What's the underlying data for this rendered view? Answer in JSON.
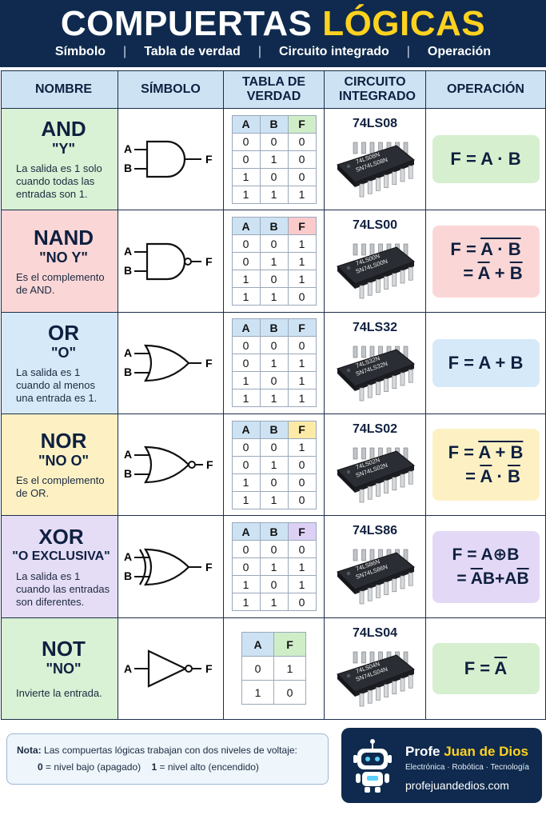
{
  "header": {
    "title_part1": "COMPUERTAS",
    "title_part2": "LÓGICAS",
    "subtitle": [
      "Símbolo",
      "Tabla de verdad",
      "Circuito integrado",
      "Operación"
    ]
  },
  "columns": [
    "NOMBRE",
    "SÍMBOLO",
    "TABLA DE VERDAD",
    "CIRCUITO INTEGRADO",
    "OPERACIÓN"
  ],
  "gates": {
    "and": {
      "name": "AND",
      "spanish": "\"Y\"",
      "desc": "La salida es 1 solo cuando todas las entradas son 1.",
      "ic": "74LS08",
      "ic_marking": [
        "74LS08N",
        "SN74LS08N"
      ],
      "tt_header": [
        "A",
        "B",
        "F"
      ],
      "tt_rows": [
        [
          "0",
          "0",
          "0"
        ],
        [
          "0",
          "1",
          "0"
        ],
        [
          "1",
          "0",
          "0"
        ],
        [
          "1",
          "1",
          "1"
        ]
      ],
      "op_line1": "F = A · B"
    },
    "nand": {
      "name": "NAND",
      "spanish": "\"NO Y\"",
      "desc": "Es el complemento de AND.",
      "ic": "74LS00",
      "ic_marking": [
        "74LS00N",
        "SN74LS00N"
      ],
      "tt_header": [
        "A",
        "B",
        "F"
      ],
      "tt_rows": [
        [
          "0",
          "0",
          "1"
        ],
        [
          "0",
          "1",
          "1"
        ],
        [
          "1",
          "0",
          "1"
        ],
        [
          "1",
          "1",
          "0"
        ]
      ],
      "op_line1_prefix": "F = ",
      "op_line1_bar": "A · B",
      "op_line2_prefix": "= ",
      "op_line2_a": "A",
      "op_line2_mid": " + ",
      "op_line2_b": "B"
    },
    "or": {
      "name": "OR",
      "spanish": "\"O\"",
      "desc": "La salida es 1 cuando al menos una entrada es 1.",
      "ic": "74LS32",
      "ic_marking": [
        "74LS32N",
        "SN74LS32N"
      ],
      "tt_header": [
        "A",
        "B",
        "F"
      ],
      "tt_rows": [
        [
          "0",
          "0",
          "0"
        ],
        [
          "0",
          "1",
          "1"
        ],
        [
          "1",
          "0",
          "1"
        ],
        [
          "1",
          "1",
          "1"
        ]
      ],
      "op_line1": "F = A + B"
    },
    "nor": {
      "name": "NOR",
      "spanish": "\"NO O\"",
      "desc": "Es el complemento de OR.",
      "ic": "74LS02",
      "ic_marking": [
        "74LS02N",
        "SN74LS02N"
      ],
      "tt_header": [
        "A",
        "B",
        "F"
      ],
      "tt_rows": [
        [
          "0",
          "0",
          "1"
        ],
        [
          "0",
          "1",
          "0"
        ],
        [
          "1",
          "0",
          "0"
        ],
        [
          "1",
          "1",
          "0"
        ]
      ],
      "op_line1_prefix": "F = ",
      "op_line1_bar": "A + B",
      "op_line2_prefix": "= ",
      "op_line2_a": "A",
      "op_line2_mid": " · ",
      "op_line2_b": "B"
    },
    "xor": {
      "name": "XOR",
      "spanish": "\"O EXCLUSIVA\"",
      "desc": "La salida es 1 cuando las entradas son diferentes.",
      "ic": "74LS86",
      "ic_marking": [
        "74LS86N",
        "SN74LS86N"
      ],
      "tt_header": [
        "A",
        "B",
        "F"
      ],
      "tt_rows": [
        [
          "0",
          "0",
          "0"
        ],
        [
          "0",
          "1",
          "1"
        ],
        [
          "1",
          "0",
          "1"
        ],
        [
          "1",
          "1",
          "0"
        ]
      ],
      "op_line1": "F = A⊕B",
      "op_line2_prefix": "= ",
      "op_line2_a_bar": "A",
      "op_line2_a_rest": "B",
      "op_line2_mid": "+",
      "op_line2_b_plain": "A",
      "op_line2_b_bar": "B"
    },
    "not": {
      "name": "NOT",
      "spanish": "\"NO\"",
      "desc": "Invierte la entrada.",
      "ic": "74LS04",
      "ic_marking": [
        "74LS04N",
        "SN74LS04N"
      ],
      "tt_header": [
        "A",
        "F"
      ],
      "tt_rows": [
        [
          "0",
          "1"
        ],
        [
          "1",
          "0"
        ]
      ],
      "op_line1_prefix": "F = ",
      "op_line1_bar": "A"
    }
  },
  "symbol_labels": {
    "a": "A",
    "b": "B",
    "f": "F"
  },
  "note": {
    "label": "Nota:",
    "text": "Las compuertas lógicas trabajan con dos niveles de voltaje:",
    "zero": "0",
    "zero_text": "= nivel bajo (apagado)",
    "one": "1",
    "one_text": "= nivel alto (encendido)"
  },
  "brand": {
    "name_part1": "Profe ",
    "name_part2": "Juan de Dios",
    "tags": "Electrónica · Robótica · Tecnología",
    "url": "profejuandedios.com"
  },
  "colors": {
    "navy": "#0f2a4e",
    "yellow": "#ffd21f",
    "green": "#d9f1d4",
    "red": "#fbd6d6",
    "blue": "#d6e9f8",
    "amber": "#fdf1c4",
    "purple": "#e5dcf6"
  }
}
